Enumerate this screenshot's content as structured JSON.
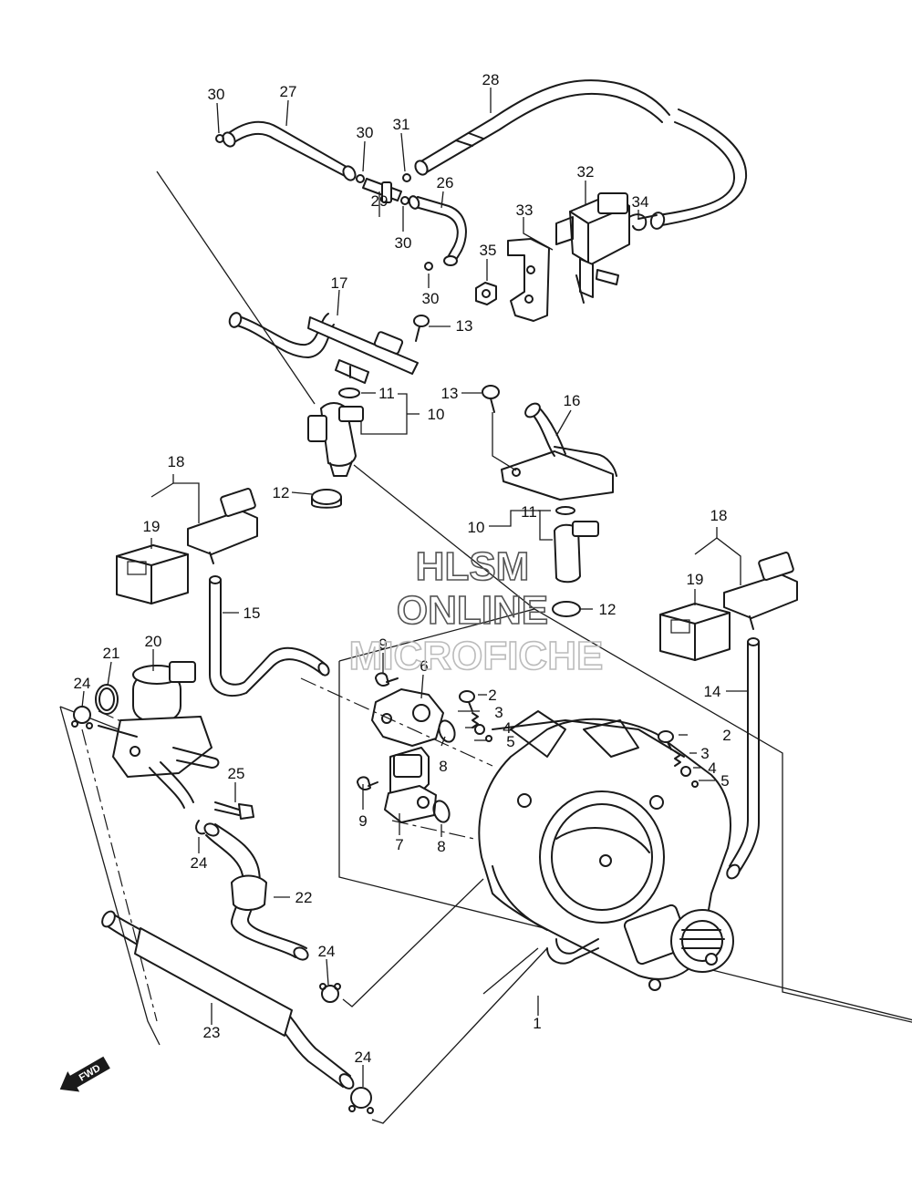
{
  "watermark": {
    "line1": "HLSM",
    "line2": "ONLINE",
    "line3": "MICROFICHE"
  },
  "direction_marker": {
    "label": "FWD"
  },
  "callouts": [
    "1",
    "2",
    "2",
    "3",
    "3",
    "4",
    "4",
    "5",
    "5",
    "6",
    "7",
    "8",
    "8",
    "9",
    "9",
    "10",
    "10",
    "11",
    "11",
    "12",
    "12",
    "13",
    "13",
    "14",
    "15",
    "16",
    "17",
    "18",
    "18",
    "19",
    "19",
    "20",
    "21",
    "22",
    "23",
    "24",
    "24",
    "24",
    "24",
    "25",
    "26",
    "27",
    "28",
    "29",
    "30",
    "30",
    "30",
    "30",
    "31",
    "32",
    "33",
    "34",
    "35"
  ]
}
